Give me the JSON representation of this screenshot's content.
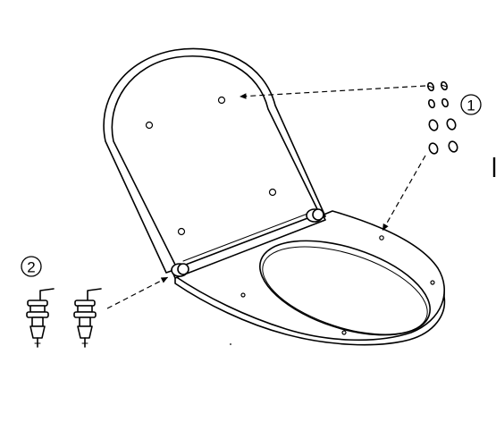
{
  "callouts": [
    {
      "label": "1"
    },
    {
      "label": "2"
    }
  ],
  "parts": {
    "screws": "screws-icon",
    "hinges": "hinge-fitting-icon",
    "lid": "toilet-lid",
    "seat": "toilet-seat-ring"
  }
}
